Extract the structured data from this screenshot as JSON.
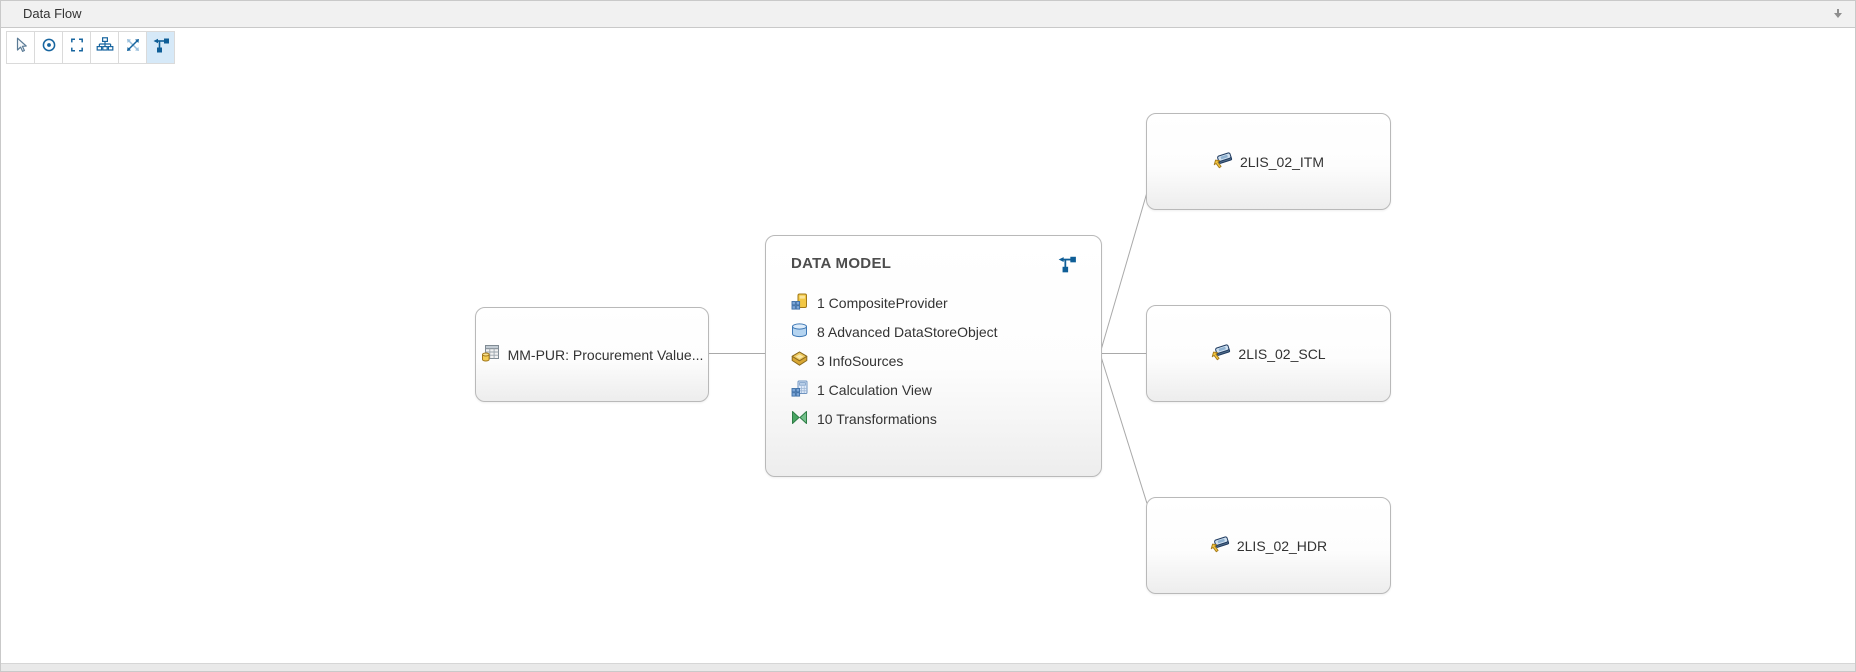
{
  "panel": {
    "title": "Data Flow"
  },
  "toolbar": {
    "items": [
      {
        "icon": "pointer-icon"
      },
      {
        "icon": "target-icon"
      },
      {
        "icon": "fit-to-screen-icon"
      },
      {
        "icon": "hierarchy-layout-icon"
      },
      {
        "icon": "expand-all-icon"
      },
      {
        "icon": "dataflow-icon",
        "active": true
      }
    ]
  },
  "nodes": {
    "source": {
      "label": "MM-PUR: Procurement Value...",
      "icon": "query-provider-icon"
    },
    "data_model": {
      "title": "DATA MODEL",
      "icon": "dataflow-icon",
      "items": [
        {
          "text": "1 CompositeProvider",
          "icon": "composite-provider-icon"
        },
        {
          "text": "8 Advanced DataStoreObject",
          "icon": "adso-icon"
        },
        {
          "text": "3 InfoSources",
          "icon": "infosource-icon"
        },
        {
          "text": "1 Calculation View",
          "icon": "calculation-view-icon"
        },
        {
          "text": "10 Transformations",
          "icon": "transformation-icon"
        }
      ]
    },
    "targets": [
      {
        "label": "2LIS_02_ITM",
        "icon": "datasource-icon"
      },
      {
        "label": "2LIS_02_SCL",
        "icon": "datasource-icon"
      },
      {
        "label": "2LIS_02_HDR",
        "icon": "datasource-icon"
      }
    ]
  },
  "colors": {
    "accent_blue": "#17659f",
    "glyph_blue": "#0f5e97",
    "active_tool_bg": "#d6e9f8",
    "edge_gray": "#a9a9a9",
    "node_border": "#b9b9b9"
  }
}
